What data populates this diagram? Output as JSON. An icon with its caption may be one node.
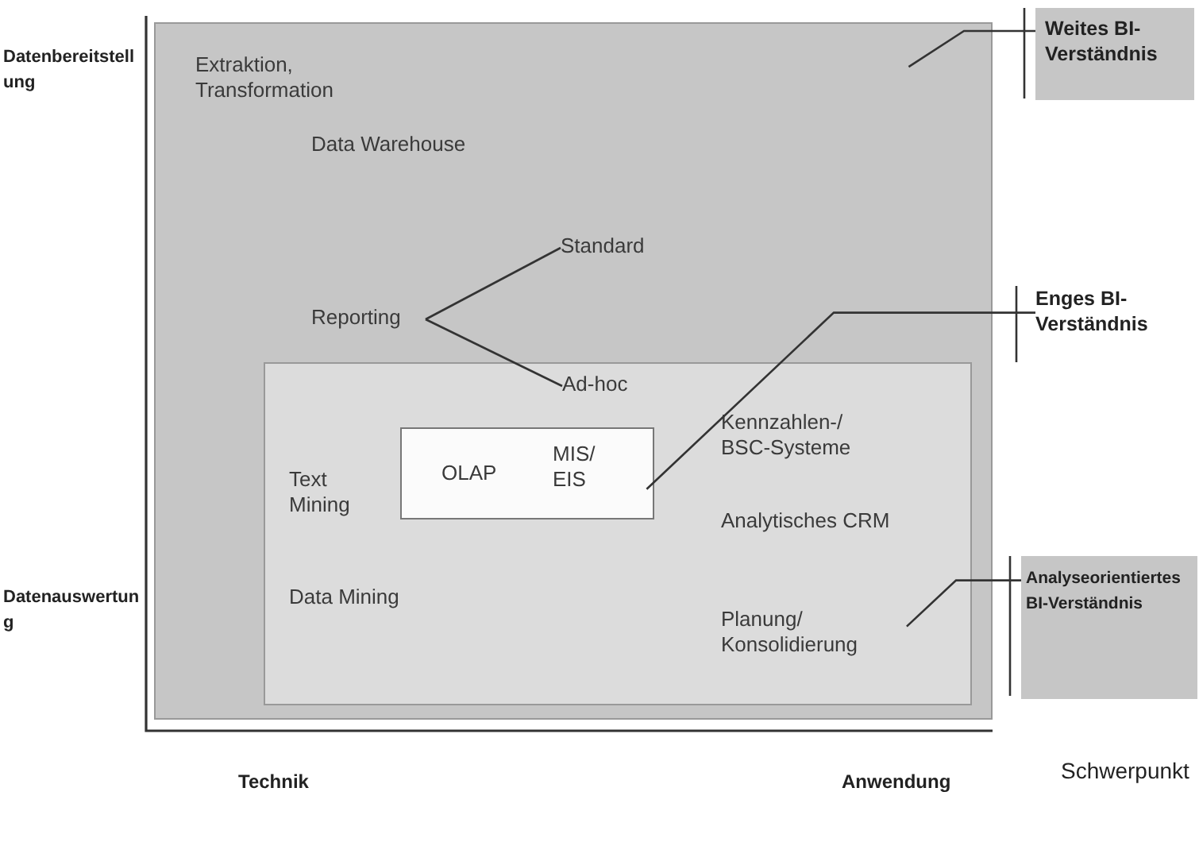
{
  "diagram": {
    "nodes": [
      {
        "text": [
          "Extraktion, Transformation",
          "Data Warehouse"
        ]
      },
      {
        "text": [
          "Reporting"
        ],
        "in": 0
      },
      {
        "text": [
          "Standard"
        ],
        "in": 0
      },
      {
        "text": [
          "Text Mining",
          "Data Mining",
          "Kennzahlen-/ BSC-Systeme",
          "Analytisches CRM",
          "Planung/ Konsolidierung"
        ],
        "in": 0
      },
      {
        "text": [
          "Ad-hoc"
        ],
        "in": 3
      },
      {
        "text": [
          "OLAP",
          "MIS/ EIS"
        ],
        "in": 3
      },
      {
        "text": [
          "Weites BI-Verständnis"
        ]
      },
      {
        "text": [
          "Enges BI-Verständnis"
        ]
      },
      {
        "text": [
          "Analyseorientiertes BI-Verständnis"
        ]
      }
    ],
    "edges": [
      {
        "from": 1,
        "to": 2,
        "arrow": "none"
      },
      {
        "from": 1,
        "to": 4,
        "arrow": "none"
      },
      {
        "from": 6,
        "to": 0,
        "arrow": "none"
      },
      {
        "from": 7,
        "to": 5,
        "arrow": "none"
      },
      {
        "from": 8,
        "to": 3,
        "arrow": "none"
      }
    ],
    "labels": [
      "Datenbereitstellung",
      "Datenauswertung",
      "Technik",
      "Anwendung",
      "Schwerpunkt"
    ]
  }
}
